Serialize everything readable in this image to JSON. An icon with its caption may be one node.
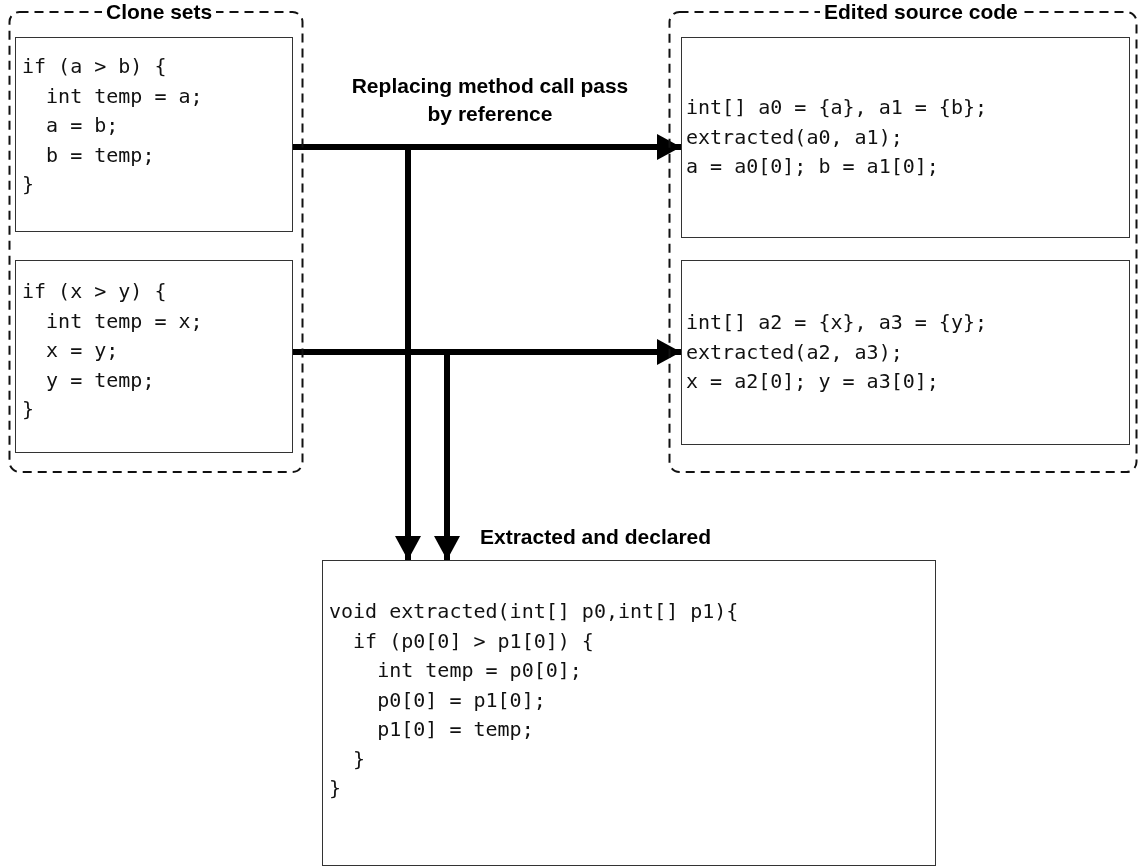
{
  "diagram": {
    "nodes": [
      {
        "text": [
          "Clone sets"
        ]
      },
      {
        "text": [
          "if (a > b) {",
          "  int temp = a;",
          "  a = b;",
          "  b = temp;",
          "}"
        ],
        "in": 0
      },
      {
        "text": [
          "if (x > y) {",
          "  int temp = x;",
          "  x = y;",
          "  y = temp;",
          "}"
        ],
        "in": 0
      },
      {
        "text": [
          "Edited source code"
        ]
      },
      {
        "text": [
          "int[] a0 = {a}, a1 = {b};",
          "extracted(a0, a1);",
          "a = a0[0]; b = a1[0];"
        ],
        "in": 3
      },
      {
        "text": [
          "int[] a2 = {x}, a3 = {y};",
          "extracted(a2, a3);",
          "x = a2[0]; y = a3[0];"
        ],
        "in": 3
      },
      {
        "text": [
          "Extracted and declared",
          "void extracted(int[] p0,int[] p1){",
          "  if (p0[0] > p1[0]) {",
          "    int temp = p0[0];",
          "    p0[0] = p1[0];",
          "    p1[0] = temp;",
          "  }",
          "}"
        ]
      }
    ],
    "edges": [
      {
        "from": 1,
        "to": 4,
        "arrow": "to",
        "label": "Replacing method call pass by reference"
      },
      {
        "from": 1,
        "to": 6,
        "arrow": "to"
      },
      {
        "from": 2,
        "to": 5,
        "arrow": "to"
      },
      {
        "from": 2,
        "to": 6,
        "arrow": "to"
      }
    ]
  }
}
